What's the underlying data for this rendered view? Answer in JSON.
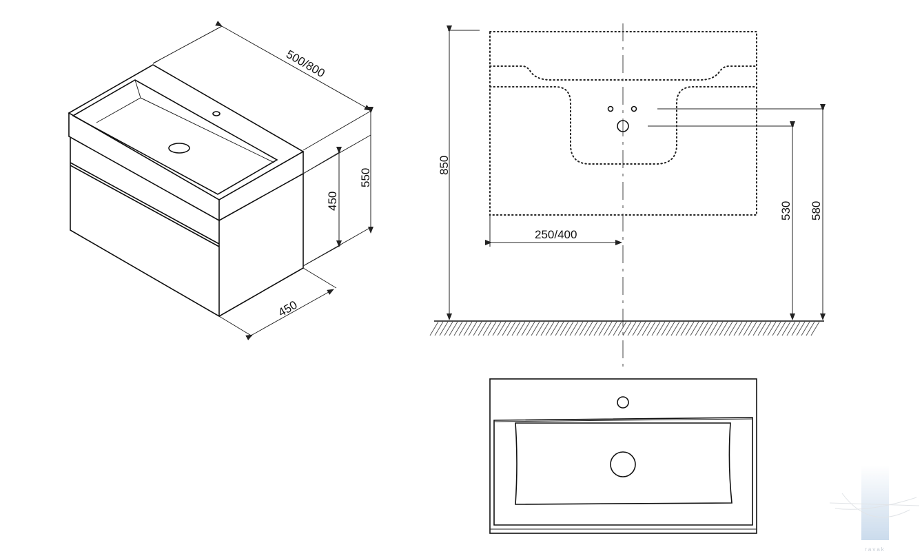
{
  "dimensions": {
    "width_iso": "500/800",
    "height_iso": "550",
    "drawer_height_iso": "450",
    "depth_iso": "450",
    "total_height": "850",
    "drain_offset": "250/400",
    "drain_height": "530",
    "tap_height": "580"
  },
  "watermark": {
    "text": "ravak"
  },
  "colors": {
    "line": "#111111",
    "watermark": "#b9cfe6"
  }
}
